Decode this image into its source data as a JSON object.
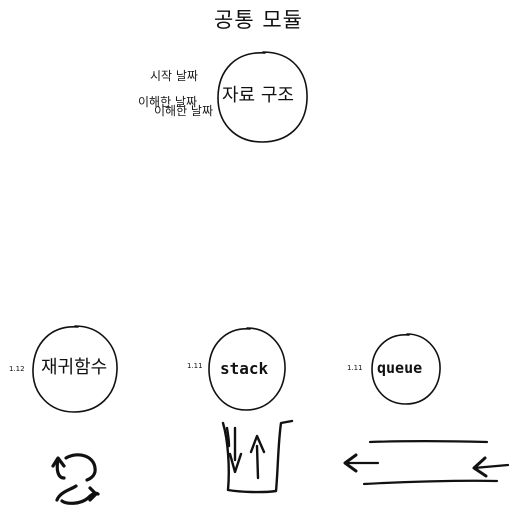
{
  "title": "공통 모듈",
  "center_node": {
    "label": "자료 구조",
    "notes": {
      "start_date": "시작 날짜",
      "understood_date_1": "이해한 날짜",
      "understood_date_2": "이해한 날짜"
    }
  },
  "topics": [
    {
      "label": "재귀함수",
      "version": "1.12",
      "icon": "recursion-arrows-icon"
    },
    {
      "label": "stack",
      "version": "1.11",
      "icon": "stack-cup-icon"
    },
    {
      "label": "queue",
      "version": "1.11",
      "icon": "queue-pipe-icon"
    }
  ],
  "colors": {
    "ink": "#111111",
    "background": "#ffffff"
  }
}
